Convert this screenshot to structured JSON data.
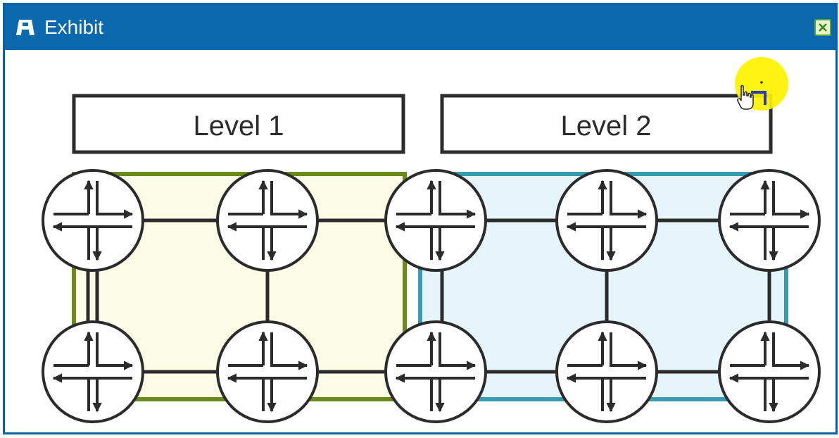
{
  "window": {
    "title": "Exhibit",
    "title_icon": "exhibit-icon",
    "close_icon": "close-icon"
  },
  "diagram": {
    "levels": [
      {
        "label": "Level 1",
        "fill": "#fbfde6",
        "border": "#6a8a1e"
      },
      {
        "label": "Level 2",
        "fill": "#e5f5fb",
        "border": "#3a9bb0"
      }
    ],
    "router_icon": "router-icon",
    "router_count": 10,
    "cursor_icon": "hand-pointer-icon",
    "cursor_highlight": "#fff200"
  }
}
